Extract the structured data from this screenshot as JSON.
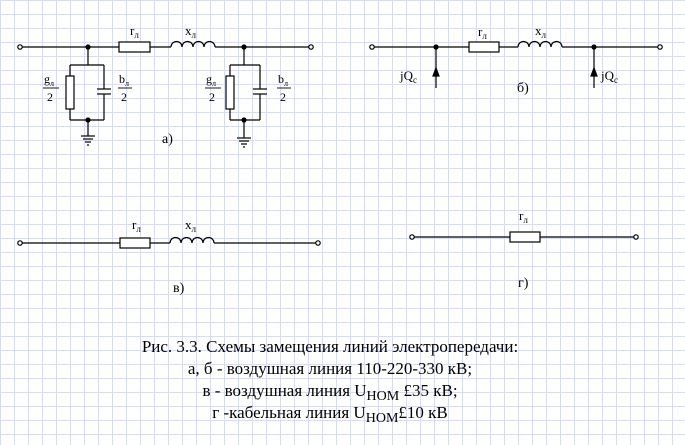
{
  "schemes": {
    "a": {
      "label": "а)",
      "r": "r",
      "r_sub": "л",
      "x": "x",
      "x_sub": "л",
      "g_num": "g",
      "g_num_sub": "л",
      "g_den": "2",
      "b_num": "b",
      "b_num_sub": "л",
      "b_den": "2"
    },
    "b": {
      "label": "б)",
      "r": "r",
      "r_sub": "л",
      "x": "x",
      "x_sub": "л",
      "q_left": "jQ",
      "q_left_sub": "с",
      "q_right": "jQ",
      "q_right_sub": "с"
    },
    "v": {
      "label": "в)",
      "r": "r",
      "r_sub": "л",
      "x": "x",
      "x_sub": "л"
    },
    "g": {
      "label": "г)",
      "r": "r",
      "r_sub": "л"
    }
  },
  "caption": {
    "line1": "Рис. 3.3. Схемы замещения линий электропередачи:",
    "line2": "а, б - воздушная линия 110-220-330 кВ;",
    "line3_pre": "в - воздушная линия U",
    "line3_sub": "НОМ",
    "line3_post": " £35 кВ;",
    "line4_pre": "г -кабельная линия U",
    "line4_sub": "НОМ",
    "line4_post": "£10 кВ"
  }
}
